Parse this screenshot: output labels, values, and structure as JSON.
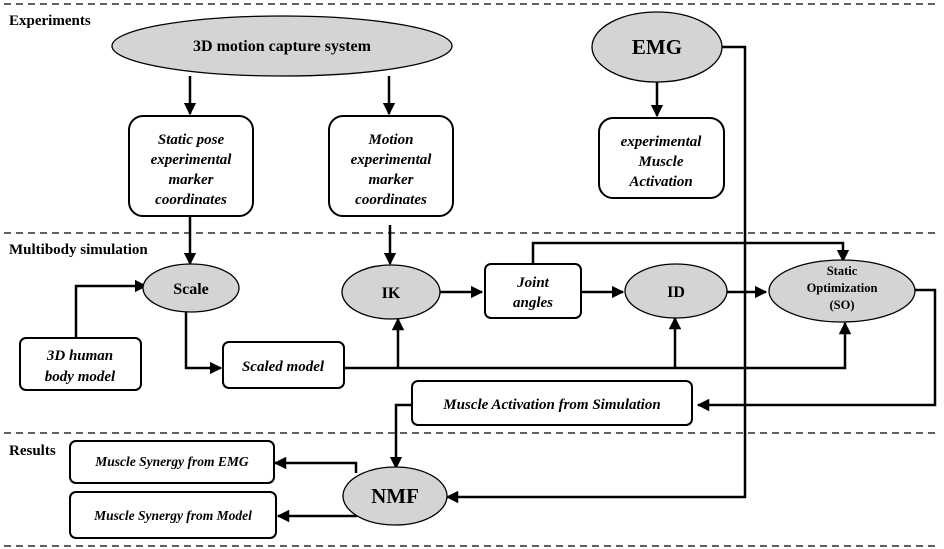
{
  "sections": {
    "experiments": "Experiments",
    "multibody": "Multibody simulation",
    "results": "Results"
  },
  "nodes": {
    "mocap": "3D motion capture system",
    "emg": "EMG",
    "static_pose": [
      "Static pose",
      "experimental",
      "marker",
      "coordinates"
    ],
    "motion_markers": [
      "Motion",
      "experimental",
      "marker",
      "coordinates"
    ],
    "exp_activation": [
      "experimental",
      "Muscle",
      "Activation"
    ],
    "scale": "Scale",
    "ik": "IK",
    "joint_angles": [
      "Joint",
      "angles"
    ],
    "id": "ID",
    "so": [
      "Static",
      "Optimization",
      "(SO)"
    ],
    "human_model": [
      "3D human",
      "body model"
    ],
    "scaled_model": "Scaled model",
    "sim_activation": "Muscle Activation from Simulation",
    "syn_emg": "Muscle Synergy from EMG",
    "syn_model": "Muscle Synergy from Model",
    "nmf": "NMF"
  }
}
